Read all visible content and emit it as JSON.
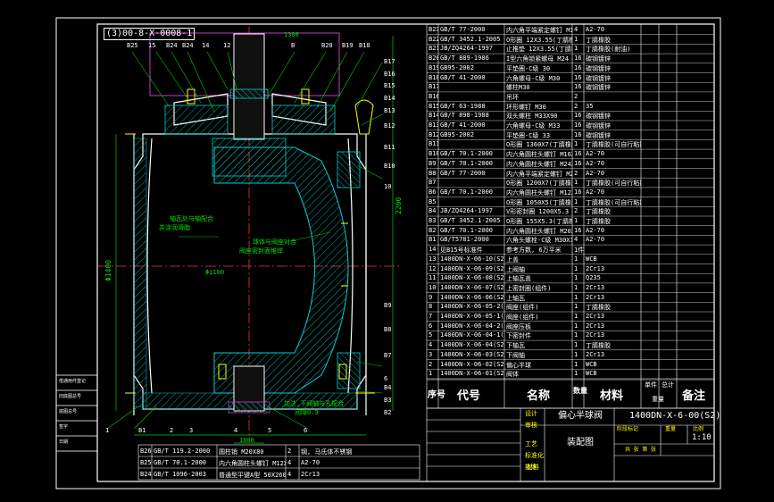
{
  "drawing": {
    "top_code": "(3)00-8-X-0008-1",
    "assembly_name": "偏心半球阀",
    "drawing_no": "1400DN-X-6-00(S2)",
    "drawing_type": "装配图",
    "scale": "1:10",
    "dim_top": "1300",
    "dim_right": "2200",
    "dim_left": "Φ1400",
    "dim_bottom": "1600",
    "dim_seat": "Φ1100",
    "note_ball": "球体与阀座对合",
    "note_ball2": "阀座密封面堆焊",
    "note_left": "轴瓦处与轴配合",
    "note_left2": "并涂润滑脂",
    "note_bottom": "加注,下阀轴与孔配合",
    "note_bottom2": "间隙0.3"
  },
  "callouts_top": [
    "B25",
    "15",
    "B24",
    "B24",
    "14",
    "12",
    "B",
    "B20",
    "B19",
    "B18"
  ],
  "callouts_right": [
    "B17",
    "B16",
    "B15",
    "B14",
    "B13",
    "B12",
    "B11",
    "B10",
    "10",
    "B9",
    "B8",
    "B7",
    "6",
    "B4",
    "B3",
    "B2"
  ],
  "callouts_bottom": [
    "1",
    "B1",
    "2",
    "3",
    "4",
    "5",
    "6"
  ],
  "parts_list": [
    {
      "no": "B23",
      "code": "GB/T 77-2000",
      "name": "内六角平端紧定螺钉 M12X20",
      "qty": "4",
      "mat": "A2-70"
    },
    {
      "no": "B22",
      "code": "GB/T 3452.1-2005",
      "name": "O形圈 12X3.55(丁腈橡胶)",
      "qty": "1",
      "mat": "丁腈橡胶"
    },
    {
      "no": "B21",
      "code": "JB/ZQ4264-1997",
      "name": "止推垫 12X3.55(丁腈橡胶)",
      "qty": "1",
      "mat": "丁腈橡胶(耐油)"
    },
    {
      "no": "B20",
      "code": "GB/T 889-1986",
      "name": "I型六角锁紧螺母 M24",
      "qty": "16",
      "mat": "碳钢镀锌"
    },
    {
      "no": "B19",
      "code": "GB95-2002",
      "name": "平垫圈-C级 30",
      "qty": "16",
      "mat": "碳钢镀锌"
    },
    {
      "no": "B18",
      "code": "GB/T 41-2000",
      "name": "六角螺母-C级 M30",
      "qty": "16",
      "mat": "碳钢镀锌"
    },
    {
      "no": "B17",
      "code": "",
      "name": "螺柱M30",
      "qty": "16",
      "mat": "碳钢镀锌"
    },
    {
      "no": "B16",
      "code": "",
      "name": "吊环",
      "qty": "2",
      "mat": ""
    },
    {
      "no": "B15",
      "code": "GB/T 63-1988",
      "name": "环形螺钉 M30",
      "qty": "2",
      "mat": "35"
    },
    {
      "no": "B14",
      "code": "GB/T 898-1988",
      "name": "双头螺柱 M33X90",
      "qty": "16",
      "mat": "碳钢镀锌"
    },
    {
      "no": "B13",
      "code": "GB/T 41-2000",
      "name": "六角螺母-C级 M33",
      "qty": "16",
      "mat": "碳钢镀锌"
    },
    {
      "no": "B12",
      "code": "GB95-2002",
      "name": "平垫圈-C级 33",
      "qty": "16",
      "mat": "碳钢镀锌"
    },
    {
      "no": "B11",
      "code": "",
      "name": "O形圈 1360X7(丁腈橡胶)",
      "qty": "1",
      "mat": "丁腈橡胶(可自行粘接)"
    },
    {
      "no": "B10",
      "code": "GB/T 70.1-2000",
      "name": "内六角圆柱头螺钉 M16X50",
      "qty": "16",
      "mat": "A2-70"
    },
    {
      "no": "B9",
      "code": "GB/T 70.1-2000",
      "name": "内六角圆柱头螺钉 M24X45",
      "qty": "16",
      "mat": "A2-70"
    },
    {
      "no": "B8",
      "code": "GB/T 77-2000",
      "name": "内六角平端紧定螺钉 M24X40",
      "qty": "2",
      "mat": "A2-70"
    },
    {
      "no": "B7",
      "code": "",
      "name": "O形圈 1200X7(丁腈橡胶)",
      "qty": "1",
      "mat": "丁腈橡胶(可自行粘接)"
    },
    {
      "no": "B6",
      "code": "GB/T 70.1-2000",
      "name": "内六角圆柱头螺钉 M12X20",
      "qty": "16",
      "mat": "A2-70"
    },
    {
      "no": "B5",
      "code": "",
      "name": "O形圈 1050X5(丁腈橡胶)",
      "qty": "1",
      "mat": "丁腈橡胶(可自行粘接)"
    },
    {
      "no": "B4",
      "code": "JB/ZQ4264-1997",
      "name": "V形密封圈 1200X5.3",
      "qty": "2",
      "mat": "丁腈橡胶"
    },
    {
      "no": "B3",
      "code": "GB/T 3452.1-2005",
      "name": "O形圈 155X5.3(丁腈橡胶)",
      "qty": "1",
      "mat": "丁腈橡胶"
    },
    {
      "no": "B2",
      "code": "GB/T 70.1-2000",
      "name": "内六角圆柱头螺钉 M20X50",
      "qty": "16",
      "mat": "A2-70"
    },
    {
      "no": "B1",
      "code": "GB/T5781-2000",
      "name": "六角头螺栓-C级 M30X120",
      "qty": "4",
      "mat": "A2-70"
    },
    {
      "no": "14",
      "code": "见B15号标准件",
      "name": "参考方数, 6万平米",
      "qty": "1件",
      "mat": ""
    },
    {
      "no": "13",
      "code": "1400DN-X-06-10(S2)",
      "name": "上盖",
      "qty": "1",
      "mat": "WCB"
    },
    {
      "no": "12",
      "code": "1400DN-X-06-09(S2)",
      "name": "上阀轴",
      "qty": "1",
      "mat": "2Cr13"
    },
    {
      "no": "11",
      "code": "1400DN-X-06-08(S2)",
      "name": "上轴瓦盖",
      "qty": "1",
      "mat": "Q235"
    },
    {
      "no": "10",
      "code": "1400DN-X-06-07(S2)",
      "name": "上密封圈(组件)",
      "qty": "1",
      "mat": "2Cr13"
    },
    {
      "no": "9",
      "code": "1400DN-X-06-06(S2)",
      "name": "上轴瓦",
      "qty": "1",
      "mat": "2Cr13"
    },
    {
      "no": "8",
      "code": "1400DN-X-06-05-2(S2)",
      "name": "阀座(组件)",
      "qty": "1",
      "mat": "丁腈橡胶"
    },
    {
      "no": "7",
      "code": "1400DN-X-06-05-1(S2)",
      "name": "阀座(组件)",
      "qty": "1",
      "mat": "2Cr13"
    },
    {
      "no": "6",
      "code": "1400DN-X-06-04-2(S2)",
      "name": "阀座压板",
      "qty": "1",
      "mat": "2Cr13"
    },
    {
      "no": "5",
      "code": "1400DN-X-06-04-1(S2)",
      "name": "下密封件",
      "qty": "1",
      "mat": "2Cr13"
    },
    {
      "no": "4",
      "code": "1400DN-X-06-04(S2)",
      "name": "下轴瓦",
      "qty": "1",
      "mat": "丁腈橡胶"
    },
    {
      "no": "3",
      "code": "1400DN-X-06-03(S2)",
      "name": "下阀轴",
      "qty": "1",
      "mat": "2Cr13"
    },
    {
      "no": "2",
      "code": "1400DN-X-06-02(S2)",
      "name": "偏心半球",
      "qty": "1",
      "mat": "WCB"
    },
    {
      "no": "1",
      "code": "1400DN-X-06-01(S2)",
      "name": "阀体",
      "qty": "1",
      "mat": "WCB"
    }
  ],
  "parts_header": {
    "no": "序号",
    "code": "代号",
    "name": "名称",
    "qty": "数量",
    "mat": "材料",
    "w1": "单件",
    "w2": "总计",
    "wt": "重量",
    "note": "备注"
  },
  "bottom_parts": [
    {
      "no": "B26",
      "code": "GB/T 119.2-2000",
      "name": "圆柱销 M20X80",
      "qty": "2",
      "mat": "钢, 马氏体不锈钢"
    },
    {
      "no": "B25",
      "code": "GB/T 70.1-2000",
      "name": "内六角圆柱头螺钉 M12X20",
      "qty": "4",
      "mat": "A2-70"
    },
    {
      "no": "B24",
      "code": "GB/T 1096-2003",
      "name": "普通型平键A型 50X260",
      "qty": "4",
      "mat": "2Cr13"
    }
  ],
  "title_block": {
    "labels": [
      "设计",
      "审核",
      "工艺",
      "标准化",
      "批准"
    ],
    "stage": "阶段标记",
    "weight": "重量",
    "ratio": "比例",
    "sheet": "共 张 第 张",
    "left_box": [
      "借通用件登记",
      "旧底图总号",
      "底图总号",
      "签字",
      "日期"
    ],
    "material_label": "材料"
  }
}
